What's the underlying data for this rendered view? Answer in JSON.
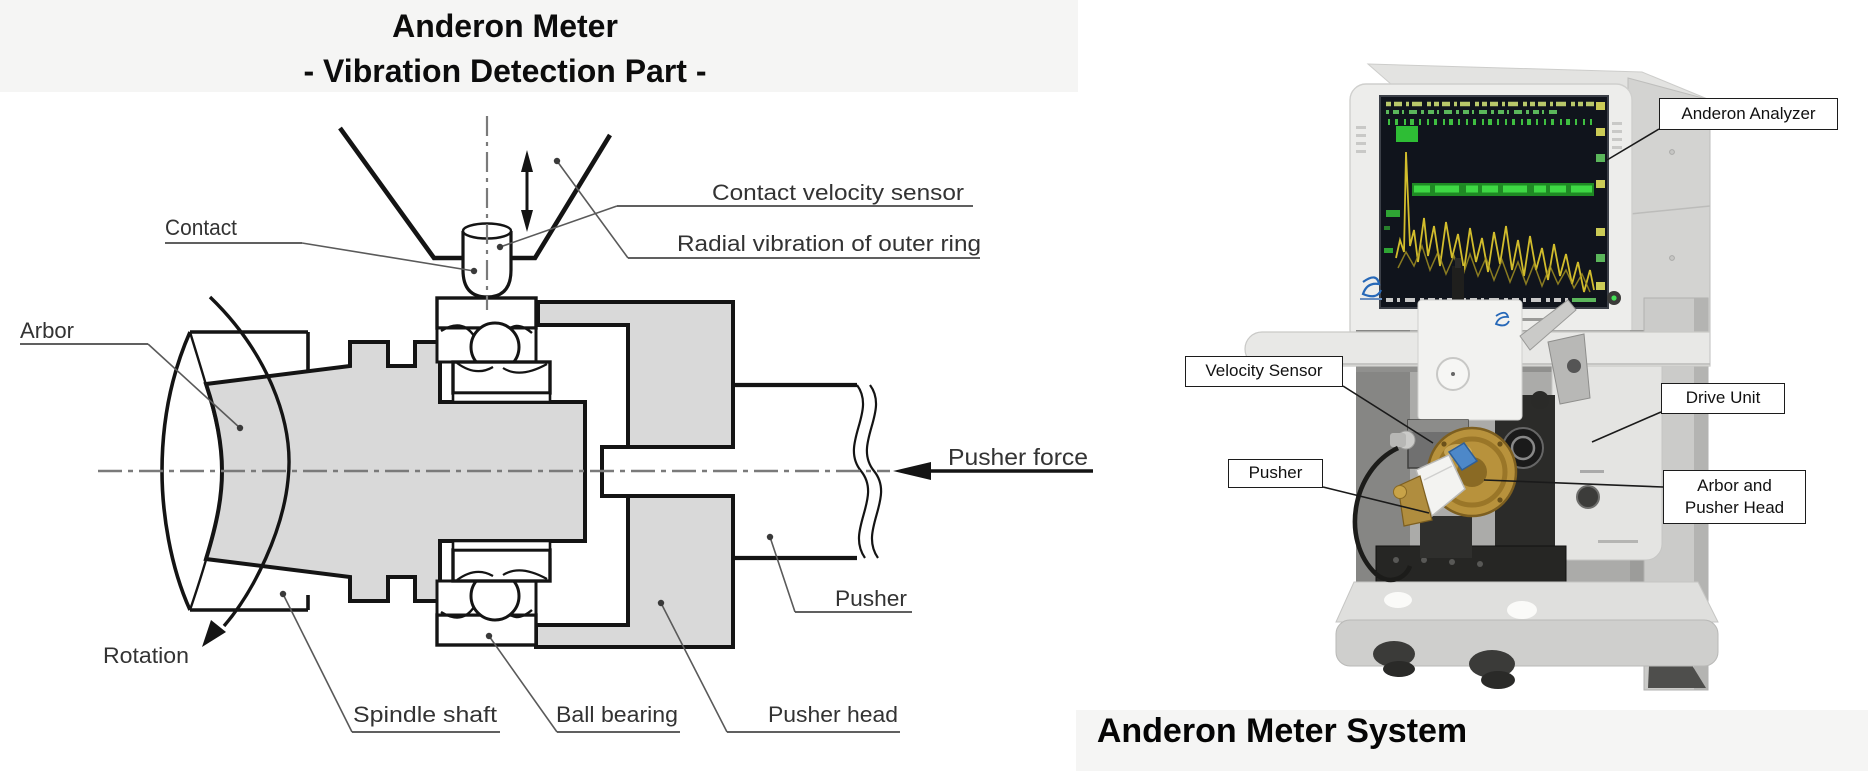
{
  "left": {
    "title1": "Anderon Meter",
    "title2": "- Vibration Detection Part -",
    "labels": {
      "contact": "Contact",
      "arbor": "Arbor",
      "rotation": "Rotation",
      "spindle_shaft": "Spindle shaft",
      "ball_bearing": "Ball bearing",
      "pusher_head": "Pusher head",
      "pusher": "Pusher",
      "pusher_force": "Pusher force",
      "contact_velocity_sensor": "Contact velocity sensor",
      "radial_vibration": "Radial vibration of outer ring"
    }
  },
  "right": {
    "caption": "Anderon Meter System",
    "callouts": {
      "analyzer": "Anderon Analyzer",
      "velocity_sensor": "Velocity Sensor",
      "pusher": "Pusher",
      "drive_unit": "Drive Unit",
      "arbor_line1": "Arbor and",
      "arbor_line2": "Pusher Head"
    }
  },
  "colors": {
    "banner": "#f5f5f4",
    "diagram_fill": "#d9d9d9",
    "diagram_line": "#141414",
    "screen_bg": "#10141c",
    "screen_green": "#35c437",
    "screen_yellow": "#d2bd2c",
    "gold_disc": "#b8923c",
    "logo_blue": "#2668b8"
  }
}
